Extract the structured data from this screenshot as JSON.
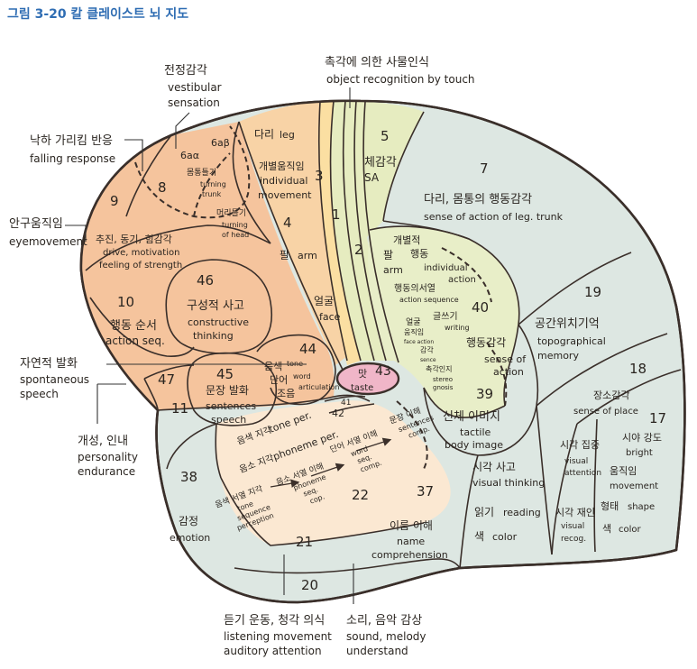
{
  "figure_title": "그림 3-20 칼 클레이스트 뇌 지도",
  "callouts": {
    "vestibular_ko": "전정감각",
    "vestibular_en1": "vestibular",
    "vestibular_en2": "sensation",
    "touch_ko": "촉각에 의한 사물인식",
    "touch_en": "object recognition by touch",
    "falling_ko": "낙하 가리킴 반응",
    "falling_en": "falling response",
    "eye_ko": "안구움직임",
    "eye_en": "eyemovement",
    "spont_ko": "자연적 발화",
    "spont_en1": "spontaneous",
    "spont_en2": "speech",
    "person_ko": "개성, 인내",
    "person_en1": "personality",
    "person_en2": "endurance",
    "listen_ko": "듣기 운동, 청각 의식",
    "listen_en1": "listening movement",
    "listen_en2": "auditory attention",
    "sound_ko": "소리, 음악 감상",
    "sound_en1": "sound, melody",
    "sound_en2": "understand"
  },
  "areas": {
    "n6aa": "6aα",
    "n6ab": "6aβ",
    "n8": "8",
    "n9": "9",
    "turning_trunk_ko": "몸통틀기",
    "turning_trunk_en1": "turning",
    "turning_trunk_en2": "trunk",
    "turning_head_ko": "머리틀기",
    "turning_head_en1": "turning",
    "turning_head_en2": "of head",
    "drive_ko": "추진, 동기, 힘감각",
    "drive_en1": "drive, motivation",
    "drive_en2": "feeling of strength",
    "n10": "10",
    "n10_ko": "행동 순서",
    "n10_en": "action seq.",
    "n46": "46",
    "n46_ko": "구성적 사고",
    "n46_en1": "constructive",
    "n46_en2": "thinking",
    "n47": "47",
    "n11": "11",
    "n45": "45",
    "n45_ko": "문장 발화",
    "n45_en1": "sentences",
    "n45_en2": "speech",
    "n44": "44",
    "tone_ko": "음색",
    "tone_en": "tone",
    "word_ko": "단어",
    "word_en": "word",
    "artic_ko": "조음",
    "artic_en": "articulation",
    "leg_ko": "다리",
    "leg_en": "leg",
    "indiv_ko": "개별움직임",
    "indiv_en1": "individual",
    "indiv_en2": "movement",
    "n3": "3",
    "n1": "1",
    "n2": "2",
    "n4": "4",
    "arm_ko": "팔",
    "arm_en": "arm",
    "face_ko": "얼굴",
    "face_en": "face",
    "n43": "43",
    "taste_ko": "맛",
    "taste_en": "taste",
    "n5": "5",
    "sa_ko": "체감각",
    "sa_en": "SA",
    "n7": "7",
    "legtrunk_ko": "다리, 몸통의 행동감각",
    "legtrunk_en": "sense of action of leg. trunk",
    "indact_ko": "개별적",
    "indact_ko2": "행동",
    "indact_en1": "individual",
    "indact_en2": "action",
    "arm2_ko": "팔",
    "arm2_en": "arm",
    "actseq_ko": "행동의서열",
    "actseq_en": "action sequence",
    "writing_ko": "글쓰기",
    "writing_en": "writing",
    "faceact_ko1": "얼굴",
    "faceact_ko2": "움직임",
    "faceact_en": "face action",
    "stereo_ko1": "감각",
    "stereo_en0": "sence",
    "stereo_ko2": "촉각인지",
    "stereo_en1": "stereo",
    "stereo_en2": "gnosis",
    "n40": "40",
    "soa_ko": "행동감각",
    "soa_en1": "sense of",
    "soa_en2": "action",
    "n39": "39",
    "body_ko": "신체 이미지",
    "body_en1": "tactile",
    "body_en2": "body image",
    "n19": "19",
    "topo_ko": "공간위치기억",
    "topo_en1": "topographical",
    "topo_en2": "memory",
    "n18": "18",
    "place_ko": "장소감각",
    "place_en": "sense of place",
    "n17": "17",
    "vatt_ko": "시각 집중",
    "vatt_en1": "visual",
    "vatt_en2": "attention",
    "bright_ko": "시야 강도",
    "bright_en": "bright",
    "motion_ko": "움직임",
    "motion_en": "movement",
    "shape_ko": "형태",
    "shape_en": "shape",
    "color_ko": "색",
    "color_en": "color",
    "vrec_ko": "시각 재인",
    "vrec_en1": "visual",
    "vrec_en2": "recog.",
    "vthink_ko": "시각 사고",
    "vthink_en": "visual thinking",
    "read_ko": "읽기",
    "read_en": "reading",
    "color2_ko": "색",
    "color2_en": "color",
    "n37": "37",
    "name_ko": "이름 이해",
    "name_en1": "name",
    "name_en2": "comprehension",
    "n41": "41",
    "n42": "42",
    "toneper_ko": "음색 지각",
    "toneper_en": "tone per.",
    "phoneme_ko": "음소 지각",
    "phoneme_en": "phoneme per.",
    "phonseq_ko": "음소 서열 이해",
    "phonseq_en1": "phoneme",
    "phonseq_en2": "seq.",
    "phonseq_en3": "cop.",
    "toneseq_ko": "음색 서열 지각",
    "toneseq_en1": "tone",
    "toneseq_en2": "sequence",
    "toneseq_en3": "perception",
    "wordseq_ko": "단어 서열 이해",
    "wordseq_en1": "word",
    "wordseq_en2": "seq.",
    "wordseq_en3": "comp.",
    "sentcomp_ko": "문장 이해",
    "sentcomp_en1": "sentences",
    "sentcomp_en2": "comp.",
    "n22": "22",
    "n38": "38",
    "emotion_ko": "감정",
    "emotion_en": "emotion",
    "n21": "21",
    "n20": "20"
  },
  "colors": {
    "frontal_orange": "#f8d3a6",
    "prefrontal": "#f5c49d",
    "motor_yellow": "#fbdfa2",
    "sensory_green": "#e6ecc0",
    "parietal_blue": "#d5e8dd",
    "temporal_gray": "#dde7e2",
    "taste_pink": "#f0b6c8",
    "outline": "#3a2f2a",
    "title_blue": "#2f6db3"
  }
}
